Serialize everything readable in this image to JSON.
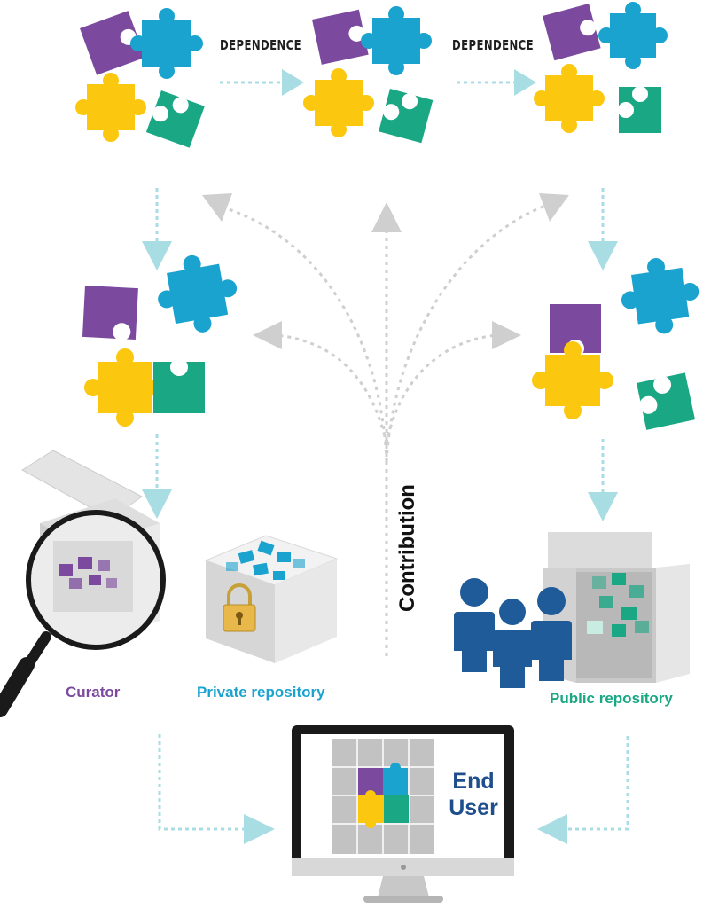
{
  "labels": {
    "dependence_1": "DEPENDENCE",
    "dependence_2": "DEPENDENCE",
    "contribution": "Contribution",
    "curator": "Curator",
    "private_repository": "Private repository",
    "public_repository": "Public repository",
    "end_user_line1": "End",
    "end_user_line2": "User"
  },
  "colors": {
    "purple": "#7b4a9e",
    "blue": "#1ba3cf",
    "yellow": "#fbc70f",
    "green": "#1aa784",
    "arrow_teal": "#a8dde3",
    "arrow_grey": "#cfcfcf",
    "curator_text": "#7b4a9e",
    "private_text": "#1ba3cf",
    "public_text": "#1aa784",
    "end_user_text": "#1f4e8c",
    "people": "#1f5a99"
  },
  "icons": [
    "puzzle-piece-icon",
    "magnifier-icon",
    "padlock-icon",
    "person-icon",
    "monitor-icon",
    "open-box-icon",
    "closed-box-icon"
  ]
}
